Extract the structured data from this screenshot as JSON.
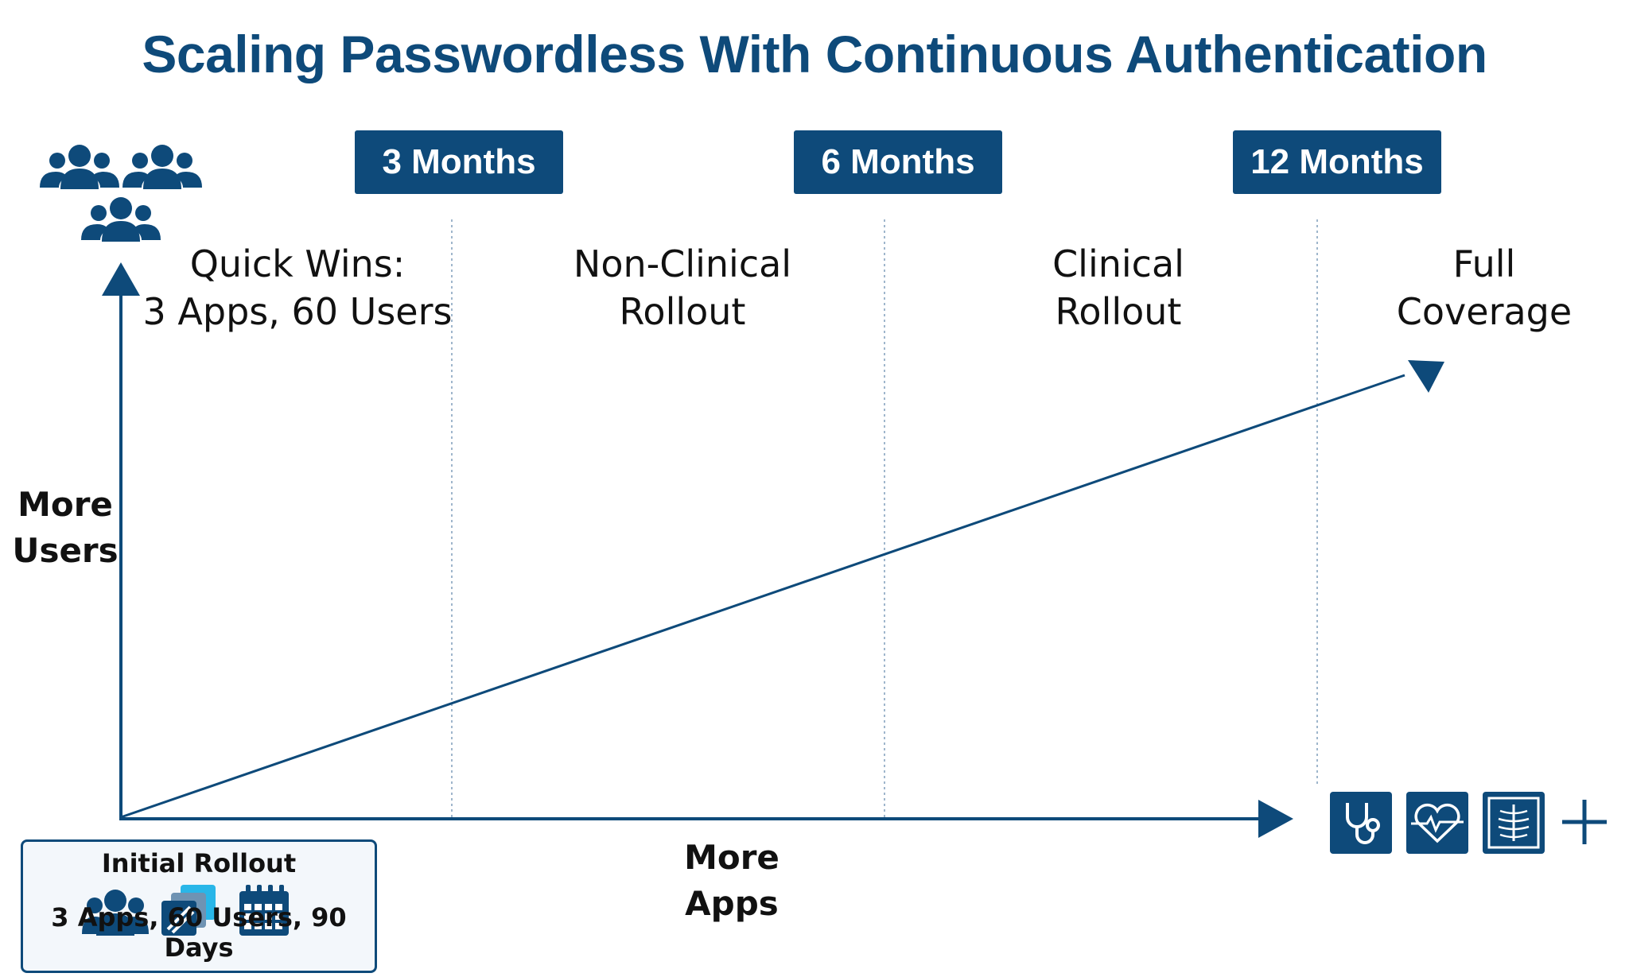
{
  "title": "Scaling Passwordless With Continuous Authentication",
  "timeline": [
    {
      "label": "3 Months"
    },
    {
      "label": "6 Months"
    },
    {
      "label": "12 Months"
    }
  ],
  "phases": [
    {
      "line1": "Quick Wins:",
      "line2": "3 Apps, 60 Users"
    },
    {
      "line1": "Non-Clinical",
      "line2": "Rollout"
    },
    {
      "line1": "Clinical",
      "line2": "Rollout"
    },
    {
      "line1": "Full",
      "line2": "Coverage"
    }
  ],
  "axes": {
    "y_label_line1": "More",
    "y_label_line2": "Users",
    "x_label_line1": "More",
    "x_label_line2": "Apps"
  },
  "initial_rollout": {
    "heading": "Initial Rollout",
    "summary": "3 Apps, 60 Users, 90 Days",
    "icons": [
      "users-icon",
      "apps-stack-icon",
      "calendar-icon"
    ]
  },
  "clinical_app_icons": [
    "stethoscope-icon",
    "heart-monitor-icon",
    "xray-icon",
    "plus-icon"
  ],
  "colors": {
    "primary": "#0e4a7a",
    "accent": "#29b6e8",
    "grid": "#9fb6cc"
  }
}
